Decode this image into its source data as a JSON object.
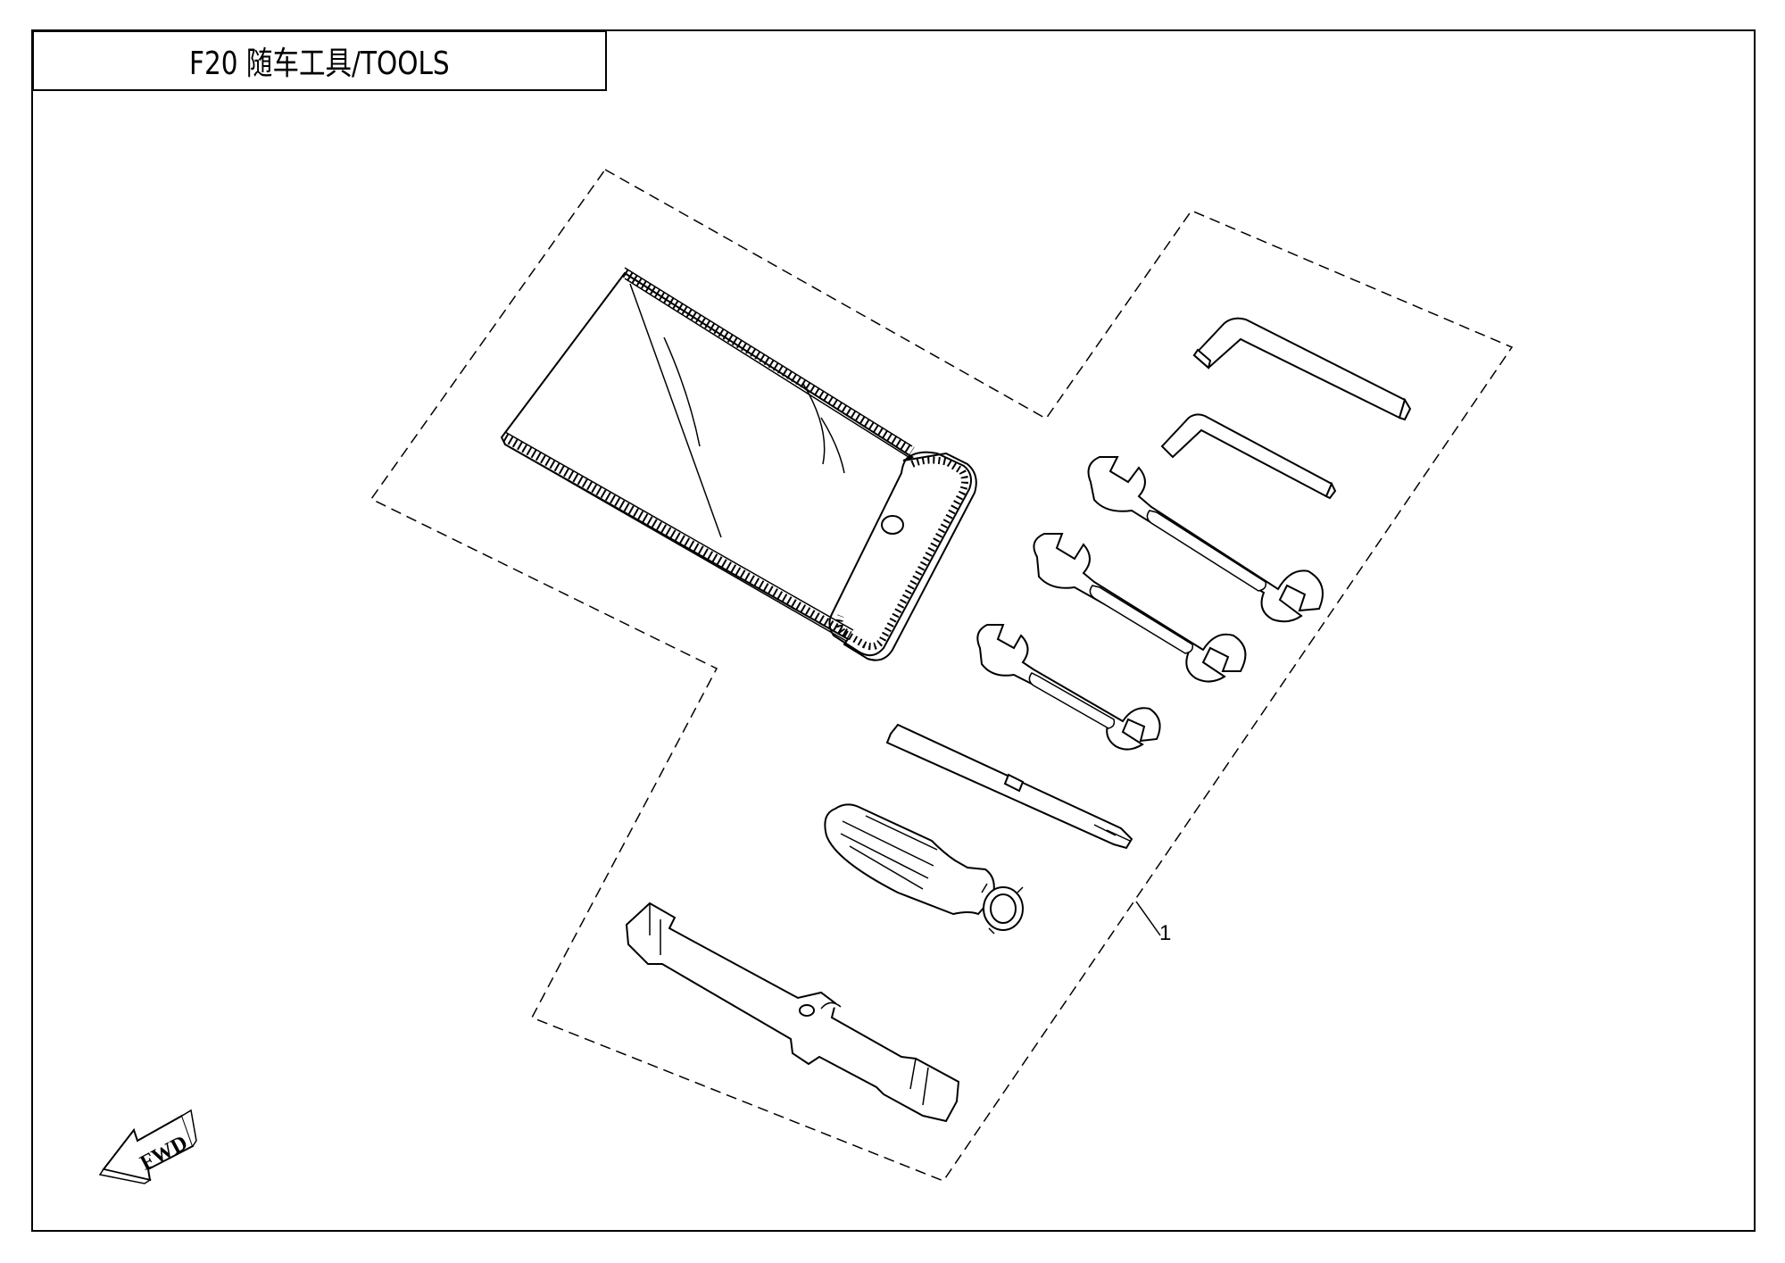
{
  "page": {
    "title": "F20  随车工具/TOOLS"
  },
  "callouts": [
    {
      "label": "1"
    }
  ],
  "direction_marker": {
    "label": "FWD",
    "icon": "fwd-arrow-icon"
  },
  "colors": {
    "line": "#000000",
    "background": "#ffffff"
  }
}
